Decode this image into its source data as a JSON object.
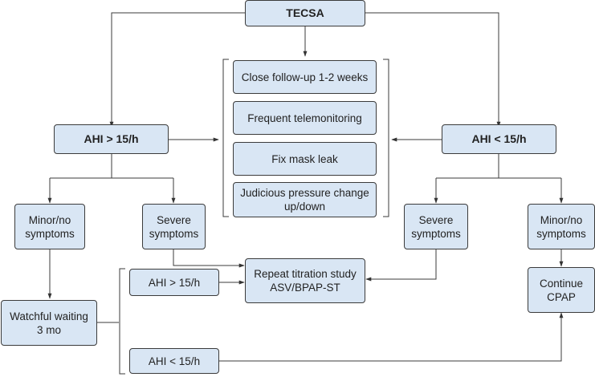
{
  "diagram": {
    "root": "TECSA",
    "center": {
      "items": [
        "Close follow-up 1-2 weeks",
        "Frequent telemonitoring",
        "Fix mask leak",
        "Judicious pressure change\nup/down"
      ]
    },
    "left_branch": {
      "label": "AHI > 15/h",
      "minor": "Minor/no\nsymptoms",
      "severe": "Severe\nsymptoms",
      "watchful": "Watchful waiting\n3 mo"
    },
    "right_branch": {
      "label": "AHI < 15/h",
      "severe": "Severe\nsymptoms",
      "minor": "Minor/no\nsymptoms",
      "continue": "Continue\nCPAP"
    },
    "followup": {
      "ahi_high": "AHI > 15/h",
      "ahi_low": "AHI < 15/h"
    },
    "repeat": "Repeat titration study\nASV/BPAP-ST"
  }
}
